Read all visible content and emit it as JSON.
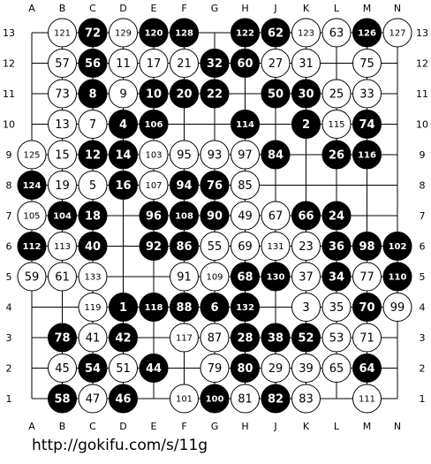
{
  "board": {
    "size": 13,
    "column_labels": [
      "A",
      "B",
      "C",
      "D",
      "E",
      "F",
      "G",
      "H",
      "J",
      "K",
      "L",
      "M",
      "N"
    ],
    "row_labels": [
      "13",
      "12",
      "11",
      "10",
      "9",
      "8",
      "7",
      "6",
      "5",
      "4",
      "3",
      "2",
      "1"
    ],
    "star_points": [
      [
        3,
        3
      ],
      [
        9,
        3
      ],
      [
        6,
        6
      ],
      [
        3,
        9
      ],
      [
        9,
        9
      ]
    ],
    "stones": [
      {
        "col": 1,
        "row": 0,
        "color": "white",
        "label": "121"
      },
      {
        "col": 2,
        "row": 0,
        "color": "black",
        "label": "72"
      },
      {
        "col": 3,
        "row": 0,
        "color": "white",
        "label": "129"
      },
      {
        "col": 4,
        "row": 0,
        "color": "black",
        "label": "120"
      },
      {
        "col": 5,
        "row": 0,
        "color": "black",
        "label": "128"
      },
      {
        "col": 7,
        "row": 0,
        "color": "black",
        "label": "122"
      },
      {
        "col": 8,
        "row": 0,
        "color": "black",
        "label": "62"
      },
      {
        "col": 9,
        "row": 0,
        "color": "white",
        "label": "123"
      },
      {
        "col": 10,
        "row": 0,
        "color": "white",
        "label": "63"
      },
      {
        "col": 11,
        "row": 0,
        "color": "black",
        "label": "126"
      },
      {
        "col": 12,
        "row": 0,
        "color": "white",
        "label": "127"
      },
      {
        "col": 1,
        "row": 1,
        "color": "white",
        "label": "57"
      },
      {
        "col": 2,
        "row": 1,
        "color": "black",
        "label": "56"
      },
      {
        "col": 3,
        "row": 1,
        "color": "white",
        "label": "11"
      },
      {
        "col": 4,
        "row": 1,
        "color": "white",
        "label": "17"
      },
      {
        "col": 5,
        "row": 1,
        "color": "white",
        "label": "21"
      },
      {
        "col": 6,
        "row": 1,
        "color": "black",
        "label": "32"
      },
      {
        "col": 7,
        "row": 1,
        "color": "black",
        "label": "60"
      },
      {
        "col": 8,
        "row": 1,
        "color": "white",
        "label": "27"
      },
      {
        "col": 9,
        "row": 1,
        "color": "white",
        "label": "31"
      },
      {
        "col": 11,
        "row": 1,
        "color": "white",
        "label": "75"
      },
      {
        "col": 1,
        "row": 2,
        "color": "white",
        "label": "73"
      },
      {
        "col": 2,
        "row": 2,
        "color": "black",
        "label": "8"
      },
      {
        "col": 3,
        "row": 2,
        "color": "white",
        "label": "9"
      },
      {
        "col": 4,
        "row": 2,
        "color": "black",
        "label": "10"
      },
      {
        "col": 5,
        "row": 2,
        "color": "black",
        "label": "20"
      },
      {
        "col": 6,
        "row": 2,
        "color": "black",
        "label": "22"
      },
      {
        "col": 8,
        "row": 2,
        "color": "black",
        "label": "50"
      },
      {
        "col": 9,
        "row": 2,
        "color": "black",
        "label": "30"
      },
      {
        "col": 10,
        "row": 2,
        "color": "white",
        "label": "25"
      },
      {
        "col": 11,
        "row": 2,
        "color": "white",
        "label": "33"
      },
      {
        "col": 1,
        "row": 3,
        "color": "white",
        "label": "13"
      },
      {
        "col": 2,
        "row": 3,
        "color": "white",
        "label": "7"
      },
      {
        "col": 3,
        "row": 3,
        "color": "black",
        "label": "4"
      },
      {
        "col": 4,
        "row": 3,
        "color": "black",
        "label": "106"
      },
      {
        "col": 7,
        "row": 3,
        "color": "black",
        "label": "114"
      },
      {
        "col": 9,
        "row": 3,
        "color": "black",
        "label": "2"
      },
      {
        "col": 10,
        "row": 3,
        "color": "white",
        "label": "115"
      },
      {
        "col": 11,
        "row": 3,
        "color": "black",
        "label": "74"
      },
      {
        "col": 0,
        "row": 4,
        "color": "white",
        "label": "125"
      },
      {
        "col": 1,
        "row": 4,
        "color": "white",
        "label": "15"
      },
      {
        "col": 2,
        "row": 4,
        "color": "black",
        "label": "12"
      },
      {
        "col": 3,
        "row": 4,
        "color": "black",
        "label": "14"
      },
      {
        "col": 4,
        "row": 4,
        "color": "white",
        "label": "103"
      },
      {
        "col": 5,
        "row": 4,
        "color": "white",
        "label": "95"
      },
      {
        "col": 6,
        "row": 4,
        "color": "white",
        "label": "93"
      },
      {
        "col": 7,
        "row": 4,
        "color": "white",
        "label": "97"
      },
      {
        "col": 8,
        "row": 4,
        "color": "black",
        "label": "84"
      },
      {
        "col": 10,
        "row": 4,
        "color": "black",
        "label": "26"
      },
      {
        "col": 11,
        "row": 4,
        "color": "black",
        "label": "116"
      },
      {
        "col": 0,
        "row": 5,
        "color": "black",
        "label": "124"
      },
      {
        "col": 1,
        "row": 5,
        "color": "white",
        "label": "19"
      },
      {
        "col": 2,
        "row": 5,
        "color": "white",
        "label": "5"
      },
      {
        "col": 3,
        "row": 5,
        "color": "black",
        "label": "16"
      },
      {
        "col": 4,
        "row": 5,
        "color": "white",
        "label": "107"
      },
      {
        "col": 5,
        "row": 5,
        "color": "black",
        "label": "94"
      },
      {
        "col": 6,
        "row": 5,
        "color": "black",
        "label": "76"
      },
      {
        "col": 7,
        "row": 5,
        "color": "white",
        "label": "85"
      },
      {
        "col": 0,
        "row": 6,
        "color": "white",
        "label": "105"
      },
      {
        "col": 1,
        "row": 6,
        "color": "black",
        "label": "104"
      },
      {
        "col": 2,
        "row": 6,
        "color": "black",
        "label": "18"
      },
      {
        "col": 4,
        "row": 6,
        "color": "black",
        "label": "96"
      },
      {
        "col": 5,
        "row": 6,
        "color": "black",
        "label": "108"
      },
      {
        "col": 6,
        "row": 6,
        "color": "black",
        "label": "90"
      },
      {
        "col": 7,
        "row": 6,
        "color": "white",
        "label": "49"
      },
      {
        "col": 8,
        "row": 6,
        "color": "white",
        "label": "67"
      },
      {
        "col": 9,
        "row": 6,
        "color": "black",
        "label": "66"
      },
      {
        "col": 10,
        "row": 6,
        "color": "black",
        "label": "24"
      },
      {
        "col": 0,
        "row": 7,
        "color": "black",
        "label": "112"
      },
      {
        "col": 1,
        "row": 7,
        "color": "white",
        "label": "113"
      },
      {
        "col": 2,
        "row": 7,
        "color": "black",
        "label": "40"
      },
      {
        "col": 4,
        "row": 7,
        "color": "black",
        "label": "92"
      },
      {
        "col": 5,
        "row": 7,
        "color": "black",
        "label": "86"
      },
      {
        "col": 6,
        "row": 7,
        "color": "white",
        "label": "55"
      },
      {
        "col": 7,
        "row": 7,
        "color": "white",
        "label": "69"
      },
      {
        "col": 8,
        "row": 7,
        "color": "white",
        "label": "131"
      },
      {
        "col": 9,
        "row": 7,
        "color": "white",
        "label": "23"
      },
      {
        "col": 10,
        "row": 7,
        "color": "black",
        "label": "36"
      },
      {
        "col": 11,
        "row": 7,
        "color": "black",
        "label": "98"
      },
      {
        "col": 12,
        "row": 7,
        "color": "black",
        "label": "102"
      },
      {
        "col": 0,
        "row": 8,
        "color": "white",
        "label": "59"
      },
      {
        "col": 1,
        "row": 8,
        "color": "white",
        "label": "61"
      },
      {
        "col": 2,
        "row": 8,
        "color": "white",
        "label": "133"
      },
      {
        "col": 5,
        "row": 8,
        "color": "white",
        "label": "91"
      },
      {
        "col": 6,
        "row": 8,
        "color": "white",
        "label": "109"
      },
      {
        "col": 7,
        "row": 8,
        "color": "black",
        "label": "68"
      },
      {
        "col": 8,
        "row": 8,
        "color": "black",
        "label": "130"
      },
      {
        "col": 9,
        "row": 8,
        "color": "white",
        "label": "37"
      },
      {
        "col": 10,
        "row": 8,
        "color": "black",
        "label": "34"
      },
      {
        "col": 11,
        "row": 8,
        "color": "white",
        "label": "77"
      },
      {
        "col": 12,
        "row": 8,
        "color": "black",
        "label": "110"
      },
      {
        "col": 2,
        "row": 9,
        "color": "white",
        "label": "119"
      },
      {
        "col": 3,
        "row": 9,
        "color": "black",
        "label": "1"
      },
      {
        "col": 4,
        "row": 9,
        "color": "black",
        "label": "118"
      },
      {
        "col": 5,
        "row": 9,
        "color": "black",
        "label": "88"
      },
      {
        "col": 6,
        "row": 9,
        "color": "black",
        "label": "6"
      },
      {
        "col": 7,
        "row": 9,
        "color": "black",
        "label": "132"
      },
      {
        "col": 9,
        "row": 9,
        "color": "white",
        "label": "3"
      },
      {
        "col": 10,
        "row": 9,
        "color": "white",
        "label": "35"
      },
      {
        "col": 11,
        "row": 9,
        "color": "black",
        "label": "70"
      },
      {
        "col": 12,
        "row": 9,
        "color": "white",
        "label": "99"
      },
      {
        "col": 1,
        "row": 10,
        "color": "black",
        "label": "78"
      },
      {
        "col": 2,
        "row": 10,
        "color": "white",
        "label": "41"
      },
      {
        "col": 3,
        "row": 10,
        "color": "black",
        "label": "42"
      },
      {
        "col": 5,
        "row": 10,
        "color": "white",
        "label": "117"
      },
      {
        "col": 6,
        "row": 10,
        "color": "white",
        "label": "87"
      },
      {
        "col": 7,
        "row": 10,
        "color": "black",
        "label": "28"
      },
      {
        "col": 8,
        "row": 10,
        "color": "black",
        "label": "38"
      },
      {
        "col": 9,
        "row": 10,
        "color": "black",
        "label": "52"
      },
      {
        "col": 10,
        "row": 10,
        "color": "white",
        "label": "53"
      },
      {
        "col": 11,
        "row": 10,
        "color": "white",
        "label": "71"
      },
      {
        "col": 1,
        "row": 11,
        "color": "white",
        "label": "45"
      },
      {
        "col": 2,
        "row": 11,
        "color": "black",
        "label": "54"
      },
      {
        "col": 3,
        "row": 11,
        "color": "white",
        "label": "51"
      },
      {
        "col": 4,
        "row": 11,
        "color": "black",
        "label": "44"
      },
      {
        "col": 6,
        "row": 11,
        "color": "white",
        "label": "79"
      },
      {
        "col": 7,
        "row": 11,
        "color": "black",
        "label": "80"
      },
      {
        "col": 8,
        "row": 11,
        "color": "white",
        "label": "29"
      },
      {
        "col": 9,
        "row": 11,
        "color": "white",
        "label": "39"
      },
      {
        "col": 10,
        "row": 11,
        "color": "white",
        "label": "65"
      },
      {
        "col": 11,
        "row": 11,
        "color": "black",
        "label": "64"
      },
      {
        "col": 1,
        "row": 12,
        "color": "black",
        "label": "58"
      },
      {
        "col": 2,
        "row": 12,
        "color": "white",
        "label": "47"
      },
      {
        "col": 3,
        "row": 12,
        "color": "black",
        "label": "46"
      },
      {
        "col": 5,
        "row": 12,
        "color": "white",
        "label": "101"
      },
      {
        "col": 6,
        "row": 12,
        "color": "black",
        "label": "100"
      },
      {
        "col": 7,
        "row": 12,
        "color": "white",
        "label": "81"
      },
      {
        "col": 8,
        "row": 12,
        "color": "black",
        "label": "82"
      },
      {
        "col": 9,
        "row": 12,
        "color": "white",
        "label": "83"
      },
      {
        "col": 11,
        "row": 12,
        "color": "white",
        "label": "111"
      }
    ]
  },
  "footer": {
    "url_text": "http://gokifu.com/s/11g"
  },
  "colors": {
    "black_stone": "#000000",
    "white_stone": "#ffffff",
    "grid_line": "#000000",
    "background": "#ffffff"
  }
}
